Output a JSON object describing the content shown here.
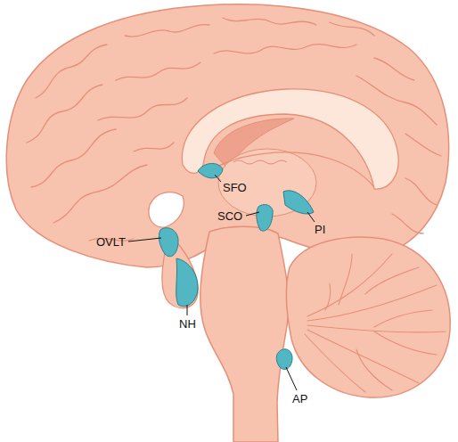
{
  "diagram": {
    "labels": [
      "SFO",
      "SCO",
      "PI",
      "OVLT",
      "NH",
      "AP"
    ]
  }
}
